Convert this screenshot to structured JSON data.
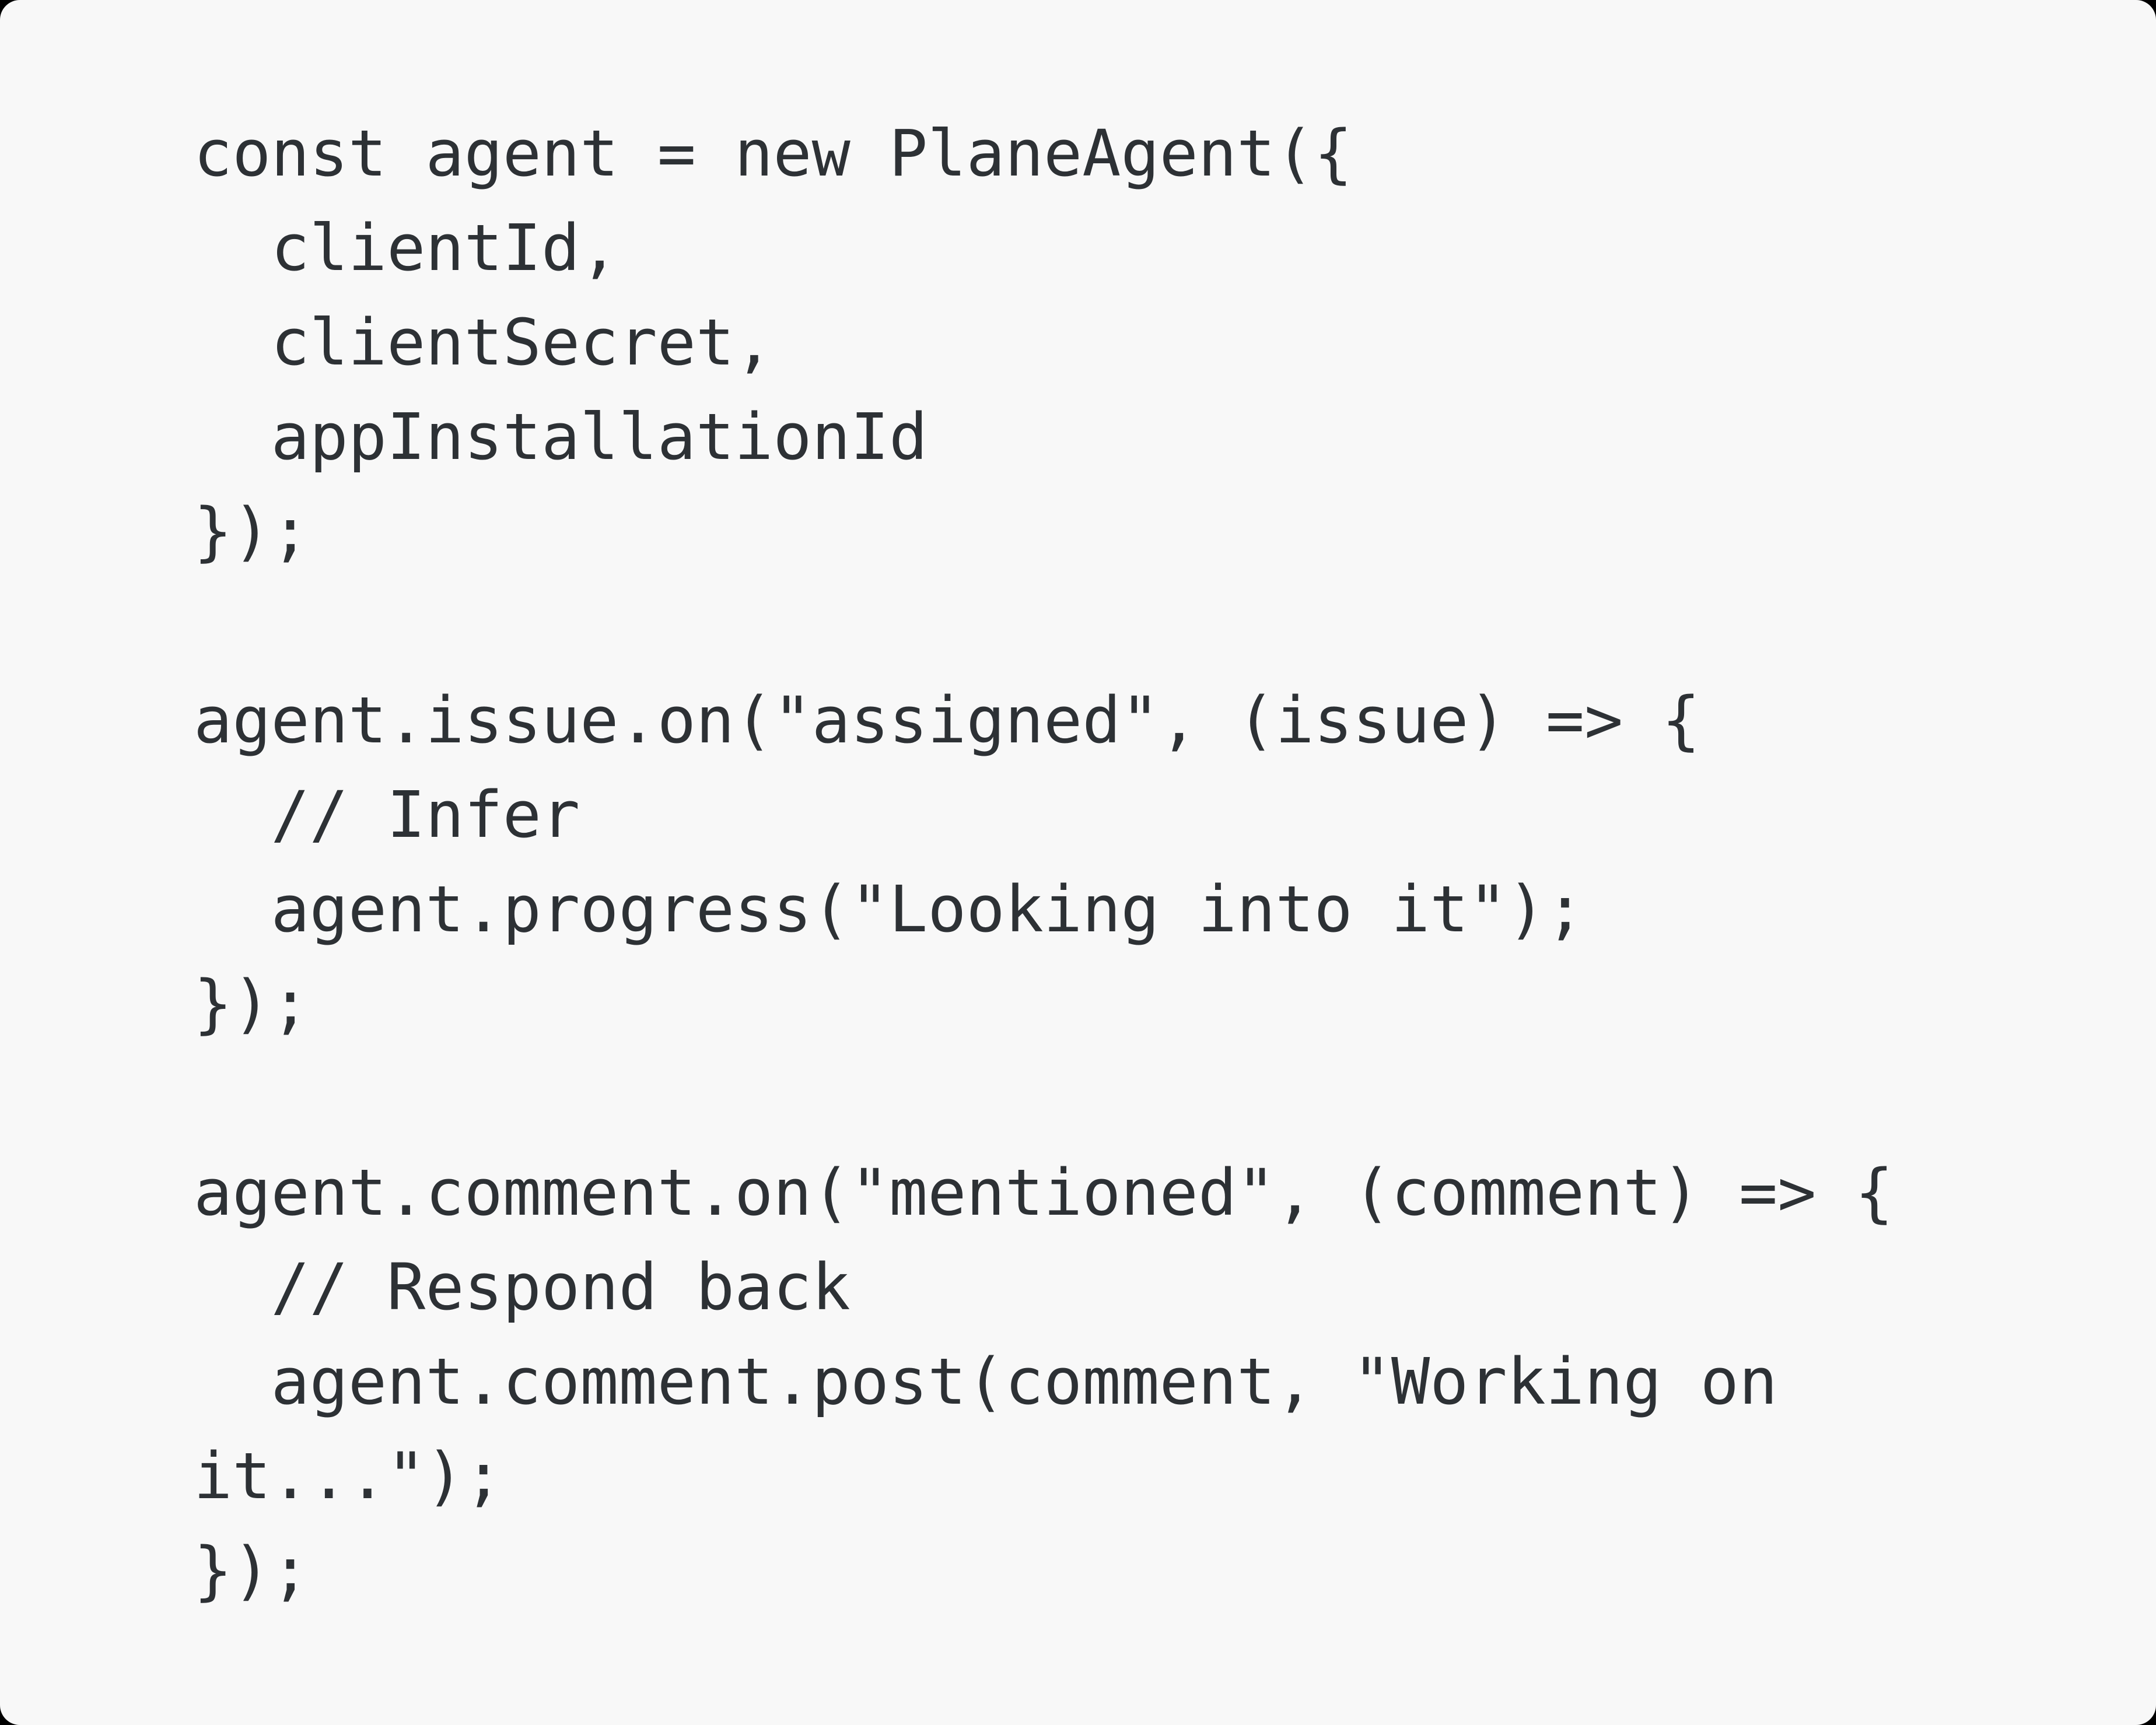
{
  "card": {
    "code_lines": [
      "const agent = new PlaneAgent({",
      "  clientId,",
      "  clientSecret,",
      "  appInstallationId",
      "});",
      "",
      "agent.issue.on(\"assigned\", (issue) => {",
      "  // Infer",
      "  agent.progress(\"Looking into it\");",
      "});",
      "",
      "agent.comment.on(\"mentioned\", (comment) => {",
      "  // Respond back",
      "  agent.comment.post(comment, \"Working on",
      "it...\");",
      "});"
    ]
  },
  "theme": {
    "page_background": "#000000",
    "card_background": "#f8f8f8",
    "code_text_color": "#2d3135"
  }
}
